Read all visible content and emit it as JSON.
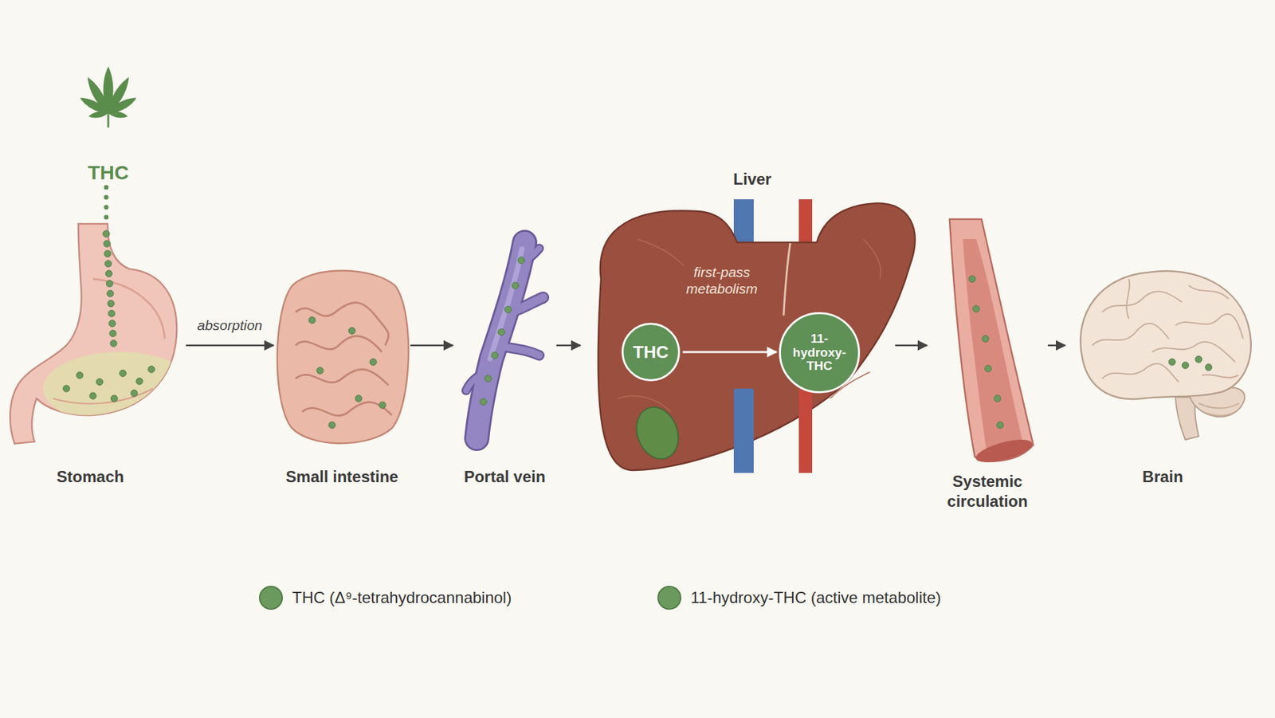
{
  "diagram": {
    "nodes": [
      {
        "text": [
          "THC"
        ]
      },
      {
        "text": [
          "Stomach"
        ]
      },
      {
        "text": [
          "Small intestine"
        ]
      },
      {
        "text": [
          "Portal vein"
        ]
      },
      {
        "text": [
          "Liver",
          "first-pass metabolism"
        ]
      },
      {
        "text": [
          "THC"
        ],
        "in": 4
      },
      {
        "text": [
          "11-hydroxy-THC"
        ],
        "in": 4
      },
      {
        "text": [
          "Systemic circulation"
        ]
      },
      {
        "text": [
          "Brain"
        ]
      }
    ],
    "edges": [
      {
        "from": 0,
        "to": 1,
        "arrow": "none"
      },
      {
        "from": 1,
        "to": 2,
        "label": "absorption",
        "arrow": "to"
      },
      {
        "from": 2,
        "to": 3,
        "arrow": "to"
      },
      {
        "from": 3,
        "to": 4,
        "arrow": "to"
      },
      {
        "from": 5,
        "to": 6,
        "arrow": "to"
      },
      {
        "from": 4,
        "to": 7,
        "arrow": "to"
      },
      {
        "from": 7,
        "to": 8,
        "arrow": "to"
      }
    ],
    "legend": [
      {
        "text": "THC (Δ⁹-tetrahydrocannabinol)",
        "color": "#6b9a5e"
      },
      {
        "text": "11-hydroxy-THC (active metabolite)",
        "color": "#6b9a5e"
      }
    ]
  }
}
